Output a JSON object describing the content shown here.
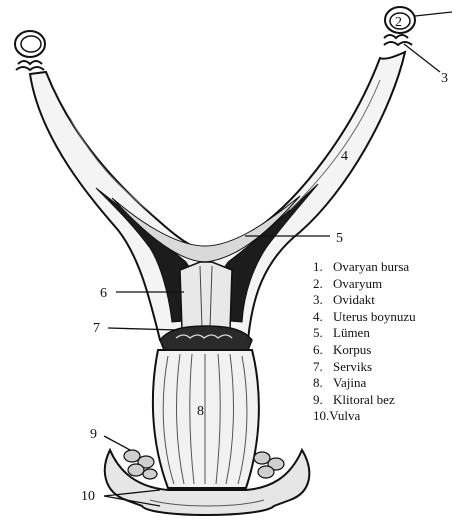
{
  "diagram": {
    "callouts": {
      "c2": "2",
      "c3": "3",
      "c4": "4",
      "c5": "5",
      "c6": "6",
      "c7": "7",
      "c8": "8",
      "c9": "9",
      "c10": "10"
    },
    "legend": [
      {
        "num": "1.",
        "label": "Ovaryan bursa"
      },
      {
        "num": "2.",
        "label": "Ovaryum"
      },
      {
        "num": "3.",
        "label": "Ovidakt"
      },
      {
        "num": "4.",
        "label": "Uterus boynuzu"
      },
      {
        "num": "5.",
        "label": "Lümen"
      },
      {
        "num": "6.",
        "label": "Korpus"
      },
      {
        "num": "7.",
        "label": "Serviks"
      },
      {
        "num": "8.",
        "label": "Vajina"
      },
      {
        "num": "9.",
        "label": "Klitoral bez"
      },
      {
        "num": "10.",
        "label": "Vulva"
      }
    ]
  }
}
